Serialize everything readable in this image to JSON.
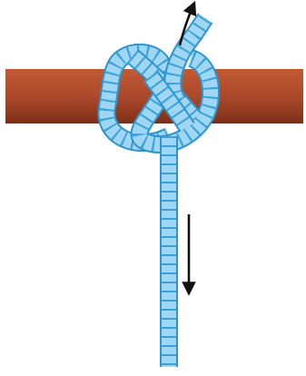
{
  "diagram": {
    "type": "knot-illustration",
    "elements": [
      "horizontal-bar",
      "rope",
      "knot",
      "pull-up-arrow",
      "pull-down-arrow"
    ]
  },
  "colors": {
    "background": "#ffffff",
    "bar_light": "#c25a33",
    "bar_mid": "#a8472a",
    "bar_dark": "#7d3017",
    "rope_fill": "#9fd6f3",
    "rope_outline": "#2f93cc",
    "rope_tick": "#3aa1d8",
    "arrow": "#111111"
  }
}
